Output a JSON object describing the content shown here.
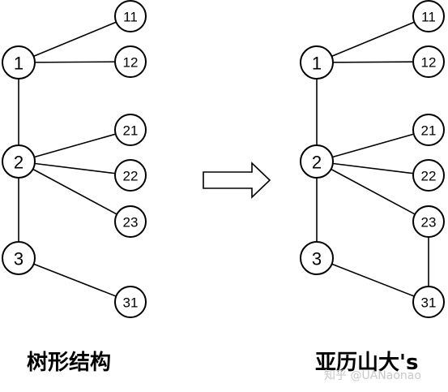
{
  "captions": {
    "left": "树形结构",
    "right": "亚历山大's"
  },
  "watermark": "知乎 @UANaonao",
  "arrow": {
    "icon": "right-arrow-icon"
  },
  "colors": {
    "stroke": "#000000",
    "fill": "#ffffff"
  },
  "left_diagram": {
    "nodes": [
      {
        "id": "1",
        "label": "1",
        "primary": true
      },
      {
        "id": "2",
        "label": "2",
        "primary": true
      },
      {
        "id": "3",
        "label": "3",
        "primary": true
      },
      {
        "id": "11",
        "label": "11"
      },
      {
        "id": "12",
        "label": "12"
      },
      {
        "id": "21",
        "label": "21"
      },
      {
        "id": "22",
        "label": "22"
      },
      {
        "id": "23",
        "label": "23"
      },
      {
        "id": "31",
        "label": "31"
      }
    ],
    "edges": [
      [
        "1",
        "2"
      ],
      [
        "2",
        "3"
      ],
      [
        "1",
        "11"
      ],
      [
        "1",
        "12"
      ],
      [
        "2",
        "21"
      ],
      [
        "2",
        "22"
      ],
      [
        "2",
        "23"
      ],
      [
        "3",
        "31"
      ]
    ]
  },
  "right_diagram": {
    "nodes": [
      {
        "id": "1",
        "label": "1",
        "primary": true
      },
      {
        "id": "2",
        "label": "2",
        "primary": true
      },
      {
        "id": "3",
        "label": "3",
        "primary": true
      },
      {
        "id": "11",
        "label": "11"
      },
      {
        "id": "12",
        "label": "12"
      },
      {
        "id": "21",
        "label": "21"
      },
      {
        "id": "22",
        "label": "22"
      },
      {
        "id": "23",
        "label": "23"
      },
      {
        "id": "31",
        "label": "31"
      }
    ],
    "edges": [
      [
        "1",
        "2"
      ],
      [
        "2",
        "3"
      ],
      [
        "1",
        "11"
      ],
      [
        "1",
        "12"
      ],
      [
        "2",
        "21"
      ],
      [
        "2",
        "22"
      ],
      [
        "2",
        "23"
      ],
      [
        "3",
        "31"
      ],
      [
        "23",
        "31"
      ]
    ]
  }
}
